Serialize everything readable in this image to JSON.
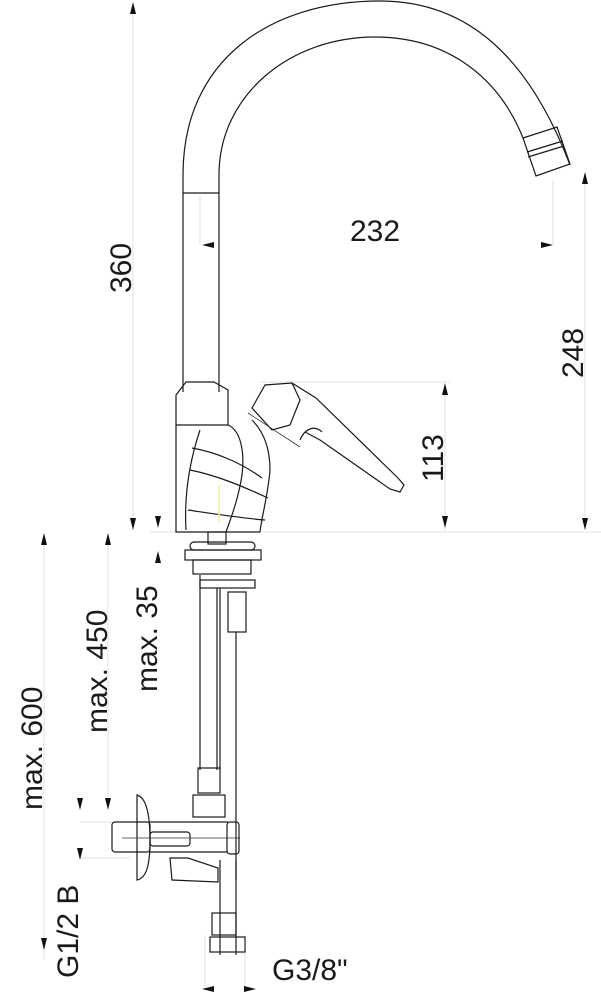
{
  "drawing": {
    "subject": "Single-lever kitchen faucet with swivel spout and angle valve",
    "dimensions": {
      "overall_height": "360",
      "spout_reach": "232",
      "spout_clearance": "248",
      "lever_height": "113",
      "max_600": "max. 600",
      "max_450": "max. 450",
      "max_35": "max. 35",
      "inlet_thread": "G1/2 B",
      "hose_thread": "G3/8\""
    },
    "colors": {
      "line": "#1a1a1a",
      "extension_line": "#d8d8d8",
      "background": "#ffffff"
    }
  }
}
